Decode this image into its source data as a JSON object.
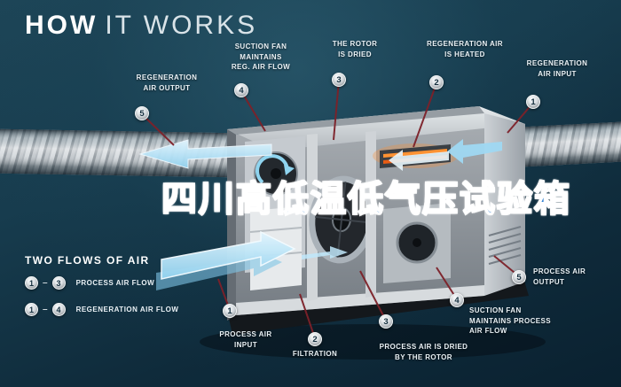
{
  "title": {
    "word_bold": "HOW",
    "word_light": "IT WORKS"
  },
  "watermark": {
    "text": "四川高低温低气压试验箱",
    "color": "#2e7fd0"
  },
  "callouts": [
    {
      "num": "5",
      "label": "REGENERATION\nAIR OUTPUT"
    },
    {
      "num": "4",
      "label": "SUCTION FAN\nMAINTAINS\nREG. AIR FLOW"
    },
    {
      "num": "3",
      "label": "THE ROTOR\nIS DRIED"
    },
    {
      "num": "2",
      "label": "REGENERATION AIR\nIS HEATED"
    },
    {
      "num": "1",
      "label": "REGENERATION\nAIR INPUT"
    },
    {
      "num": "5",
      "label": "PROCESS AIR\nOUTPUT"
    },
    {
      "num": "4",
      "label": "SUCTION FAN\nMAINTAINS PROCESS\nAIR FLOW"
    },
    {
      "num": "3",
      "label": "PROCESS AIR IS DRIED\nBY THE ROTOR"
    },
    {
      "num": "2",
      "label": "FILTRATION"
    },
    {
      "num": "1",
      "label": "PROCESS AIR\nINPUT"
    }
  ],
  "legend": {
    "heading": "TWO FLOWS OF AIR",
    "rows": [
      {
        "from": "1",
        "sep": "–",
        "to": "3",
        "label": "PROCESS AIR FLOW"
      },
      {
        "from": "1",
        "sep": "–",
        "to": "4",
        "label": "REGENERATION AIR FLOW"
      }
    ]
  },
  "colors": {
    "background_top": "#1d4557",
    "background_bottom": "#0a2130",
    "callout_line": "#7d2129",
    "label_text": "#eaf1f5",
    "badge_fill": "#d9dee2",
    "badge_text": "#16303f",
    "arrow_blue": "#a9def5",
    "heater_orange": "#f07020",
    "watermark_blue": "#2e7fd0"
  }
}
